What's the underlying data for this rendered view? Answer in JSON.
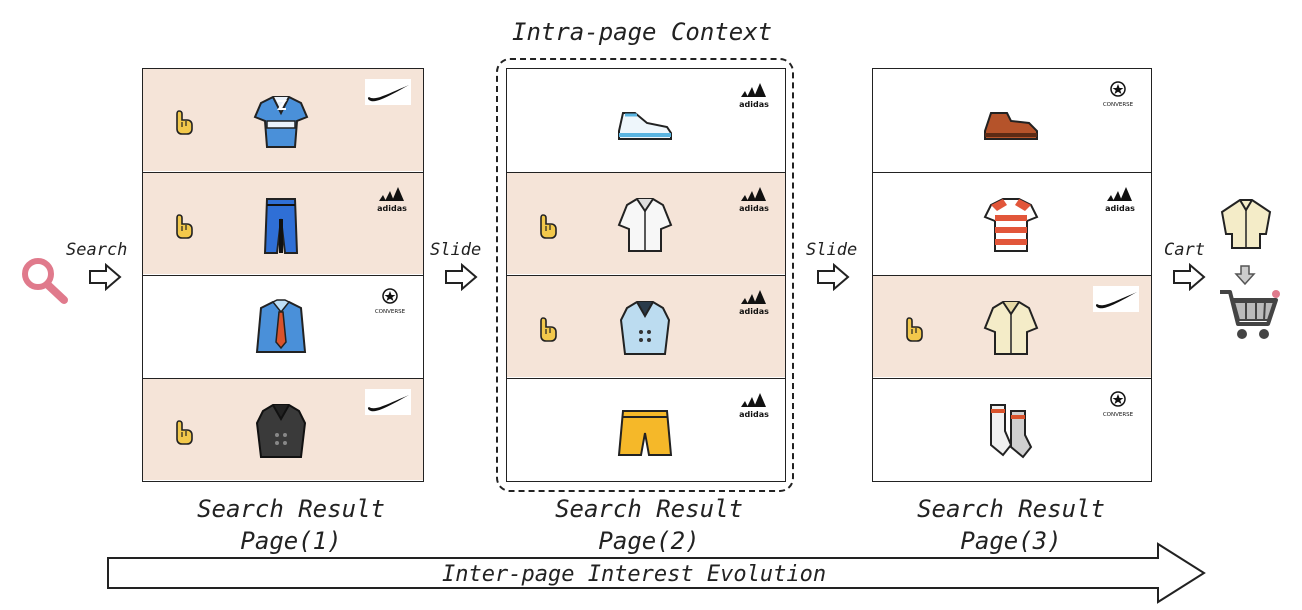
{
  "top_title": "Intra-page Context",
  "steps": {
    "search": "Search",
    "slide1": "Slide",
    "slide2": "Slide",
    "cart": "Cart"
  },
  "pages": [
    {
      "label_line1": "Search Result",
      "label_line2": "Page(1)",
      "items": [
        {
          "item": "kimono-icon",
          "brand": "nike",
          "highlight": true,
          "clicked": true
        },
        {
          "item": "jeans-icon",
          "brand": "adidas",
          "highlight": true,
          "clicked": true
        },
        {
          "item": "shirt-tie-icon",
          "brand": "converse",
          "highlight": false,
          "clicked": false
        },
        {
          "item": "black-coat-icon",
          "brand": "nike",
          "highlight": true,
          "clicked": true
        }
      ]
    },
    {
      "label_line1": "Search Result",
      "label_line2": "Page(2)",
      "items": [
        {
          "item": "sneaker-icon",
          "brand": "adidas",
          "highlight": false,
          "clicked": false
        },
        {
          "item": "white-shirt-icon",
          "brand": "adidas",
          "highlight": true,
          "clicked": true
        },
        {
          "item": "blue-coat-icon",
          "brand": "adidas",
          "highlight": true,
          "clicked": true
        },
        {
          "item": "shorts-icon",
          "brand": "adidas",
          "highlight": false,
          "clicked": false
        }
      ]
    },
    {
      "label_line1": "Search Result",
      "label_line2": "Page(3)",
      "items": [
        {
          "item": "shoe-icon",
          "brand": "converse",
          "highlight": false,
          "clicked": false
        },
        {
          "item": "striped-tshirt-icon",
          "brand": "adidas",
          "highlight": false,
          "clicked": false
        },
        {
          "item": "beige-coat-icon",
          "brand": "nike",
          "highlight": true,
          "clicked": true
        },
        {
          "item": "socks-icon",
          "brand": "converse",
          "highlight": false,
          "clicked": false
        }
      ]
    }
  ],
  "brands": {
    "adidas": "adidas",
    "converse": "CONVERSE"
  },
  "bottom_arrow": "Inter-page Interest Evolution",
  "colors": {
    "highlight": "#f5e4d8",
    "search_icon": "#e07a8c",
    "hand": "#f2c84b"
  }
}
